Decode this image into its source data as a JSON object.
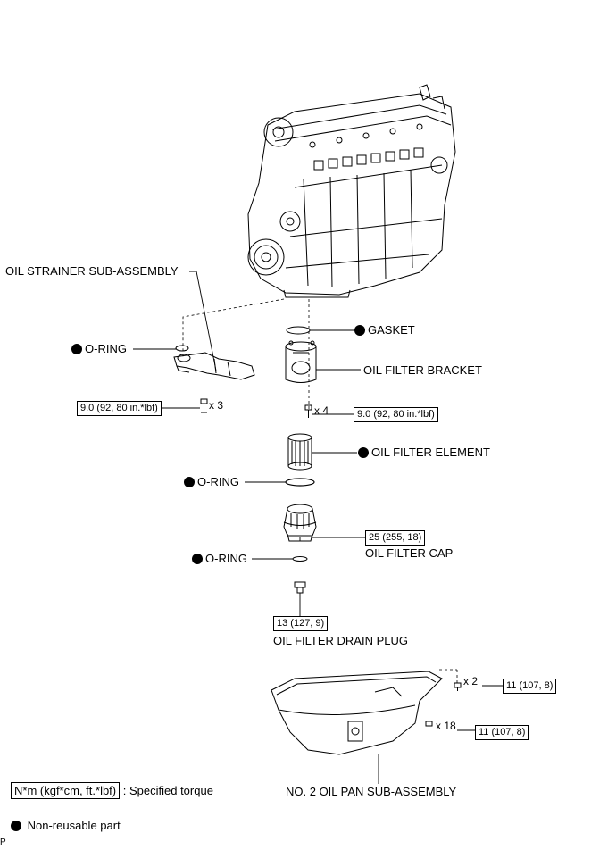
{
  "labels": {
    "oil_strainer": "OIL STRAINER SUB-ASSEMBLY",
    "o_ring_strainer": "O-RING",
    "gasket": "GASKET",
    "oil_filter_bracket": "OIL FILTER BRACKET",
    "oil_filter_element": "OIL FILTER ELEMENT",
    "o_ring_element": "O-RING",
    "oil_filter_cap": "OIL FILTER CAP",
    "o_ring_cap": "O-RING",
    "oil_filter_drain_plug": "OIL FILTER DRAIN PLUG",
    "oil_pan": "NO. 2 OIL PAN SUB-ASSEMBLY"
  },
  "torques": {
    "strainer_bolt": "9.0 (92, 80 in.*lbf)",
    "bracket_bolt": "9.0 (92, 80 in.*lbf)",
    "filter_cap": "25 (255, 18)",
    "drain_plug": "13 (127, 9)",
    "pan_bolt_2": "11 (107, 8)",
    "pan_bolt_18": "11 (107, 8)"
  },
  "quantities": {
    "strainer_bolt": "x 3",
    "bracket_bolt": "x 4",
    "pan_bolt_2": "x 2",
    "pan_bolt_18": "x 18"
  },
  "legend": {
    "torque_unit": "N*m (kgf*cm, ft.*lbf)",
    "torque_text": ": Specified torque",
    "non_reusable": "Non-reusable part"
  },
  "corner_mark": "P"
}
